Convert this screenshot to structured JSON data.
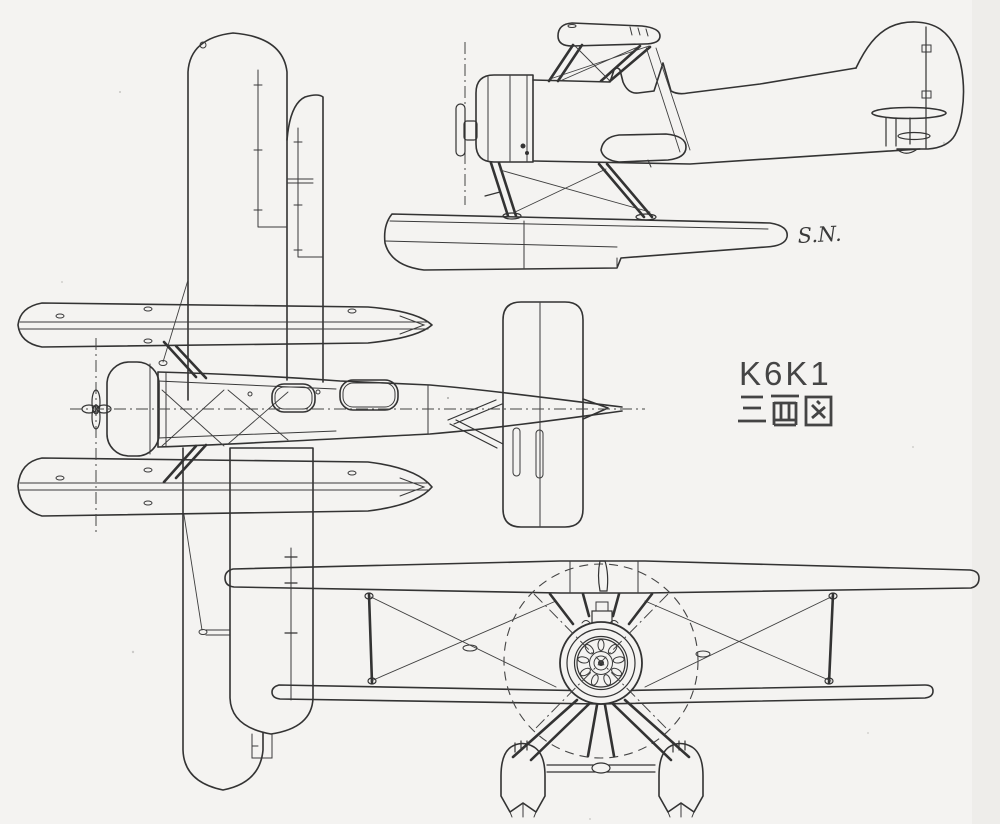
{
  "drawing": {
    "designation": "K6K1",
    "caption": "三面図",
    "signature": "S.N."
  },
  "colors": {
    "paper": "#f4f3f1",
    "ink": "#333333",
    "label_text": "#454545"
  }
}
